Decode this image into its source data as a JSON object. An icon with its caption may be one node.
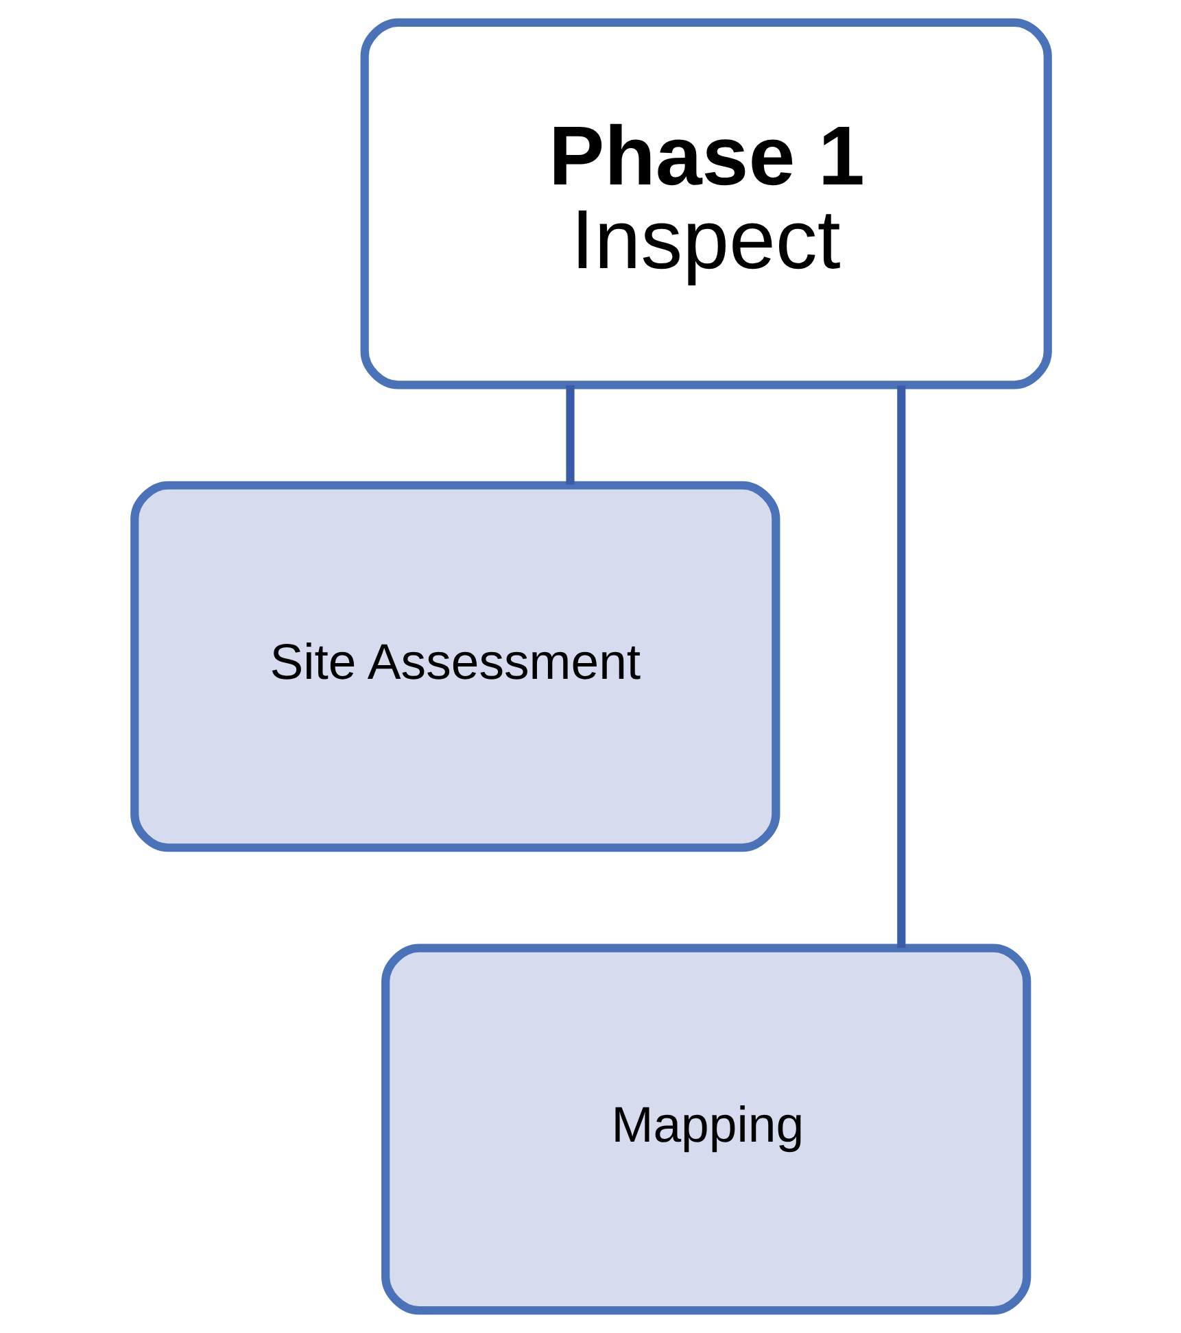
{
  "diagram": {
    "nodes": [
      {
        "text": [
          "Phase 1",
          "Inspect"
        ]
      },
      {
        "text": [
          "Site Assessment"
        ]
      },
      {
        "text": [
          "Mapping"
        ]
      }
    ],
    "edges": [
      {
        "from": 0,
        "to": 1,
        "arrow": "none"
      },
      {
        "from": 0,
        "to": 2,
        "arrow": "none"
      }
    ]
  }
}
